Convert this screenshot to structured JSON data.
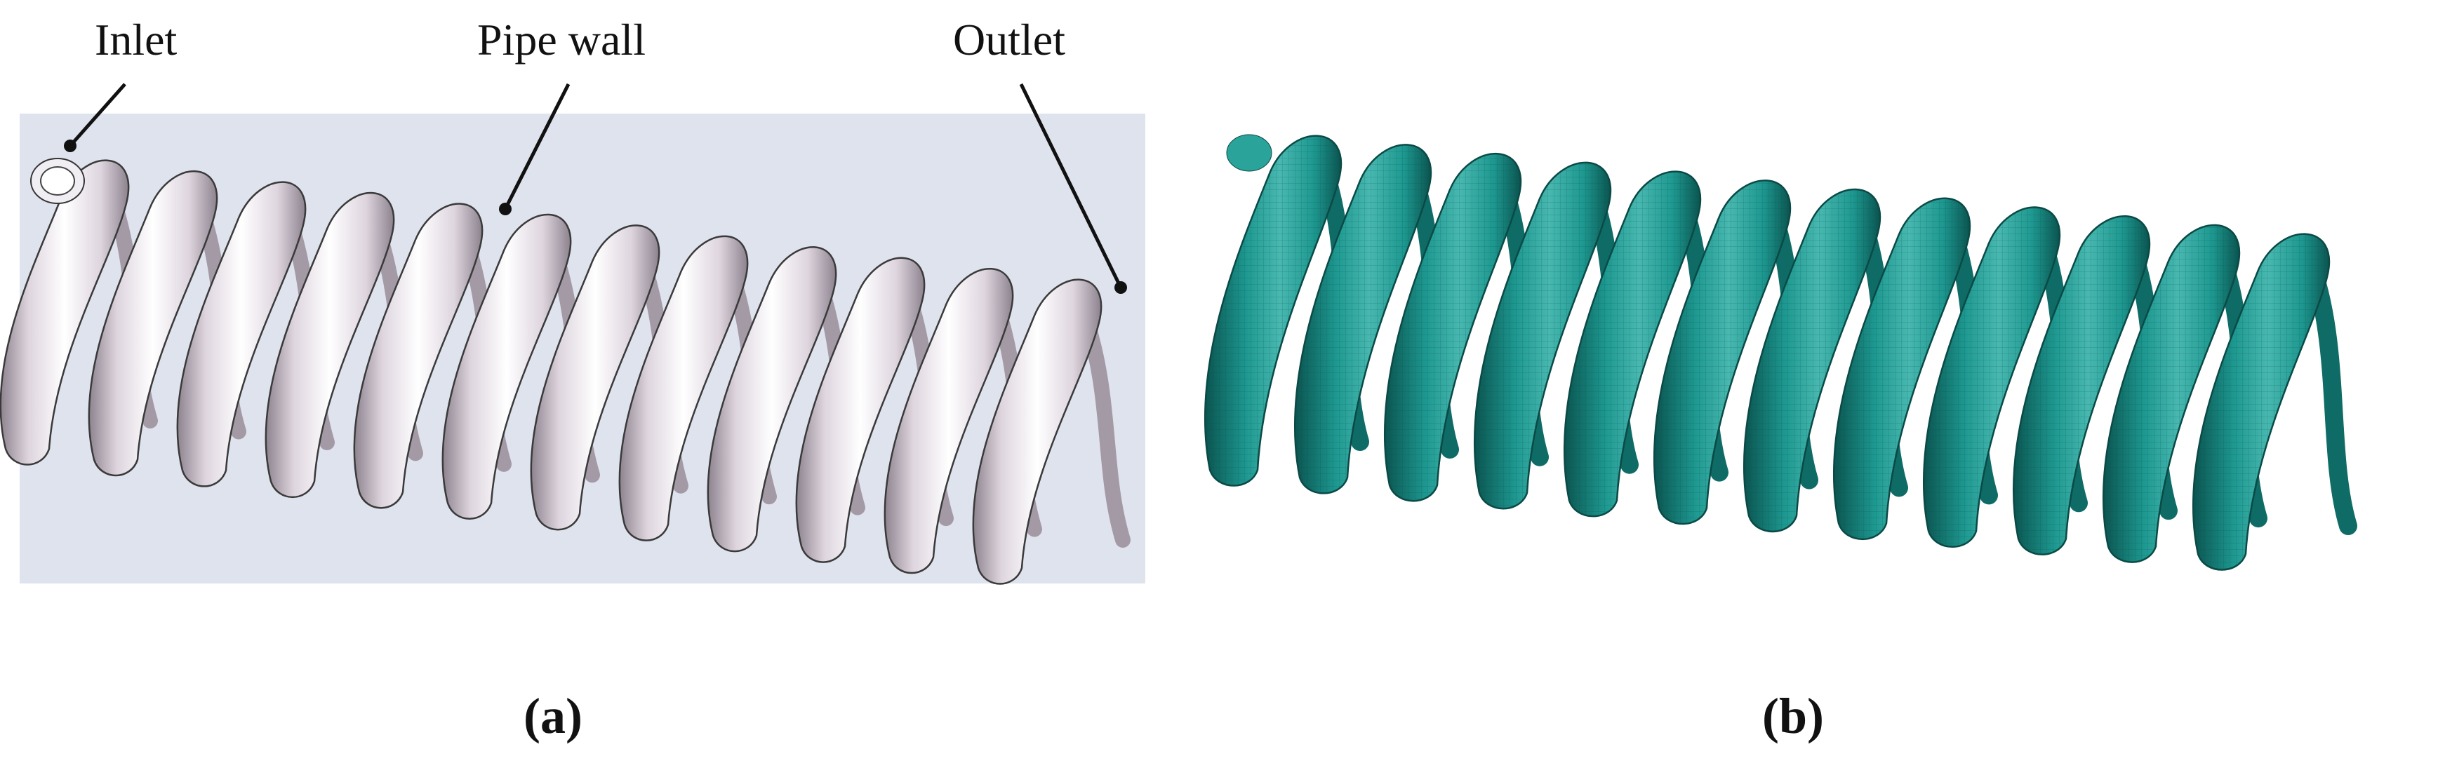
{
  "panel_a": {
    "labels": {
      "inlet": "Inlet",
      "pipe_wall": "Pipe wall",
      "outlet": "Outlet"
    },
    "caption": "(a)",
    "colors": {
      "background": "#dfe3ee",
      "pipe_light": "#ffffff",
      "pipe_mid": "#ded5df",
      "pipe_dark": "#8d838f"
    }
  },
  "panel_b": {
    "caption": "(b)",
    "colors": {
      "mesh_light": "#48b8b0",
      "mesh_mid": "#1d9890",
      "mesh_dark": "#0b5450"
    }
  },
  "coil_turns": 12
}
